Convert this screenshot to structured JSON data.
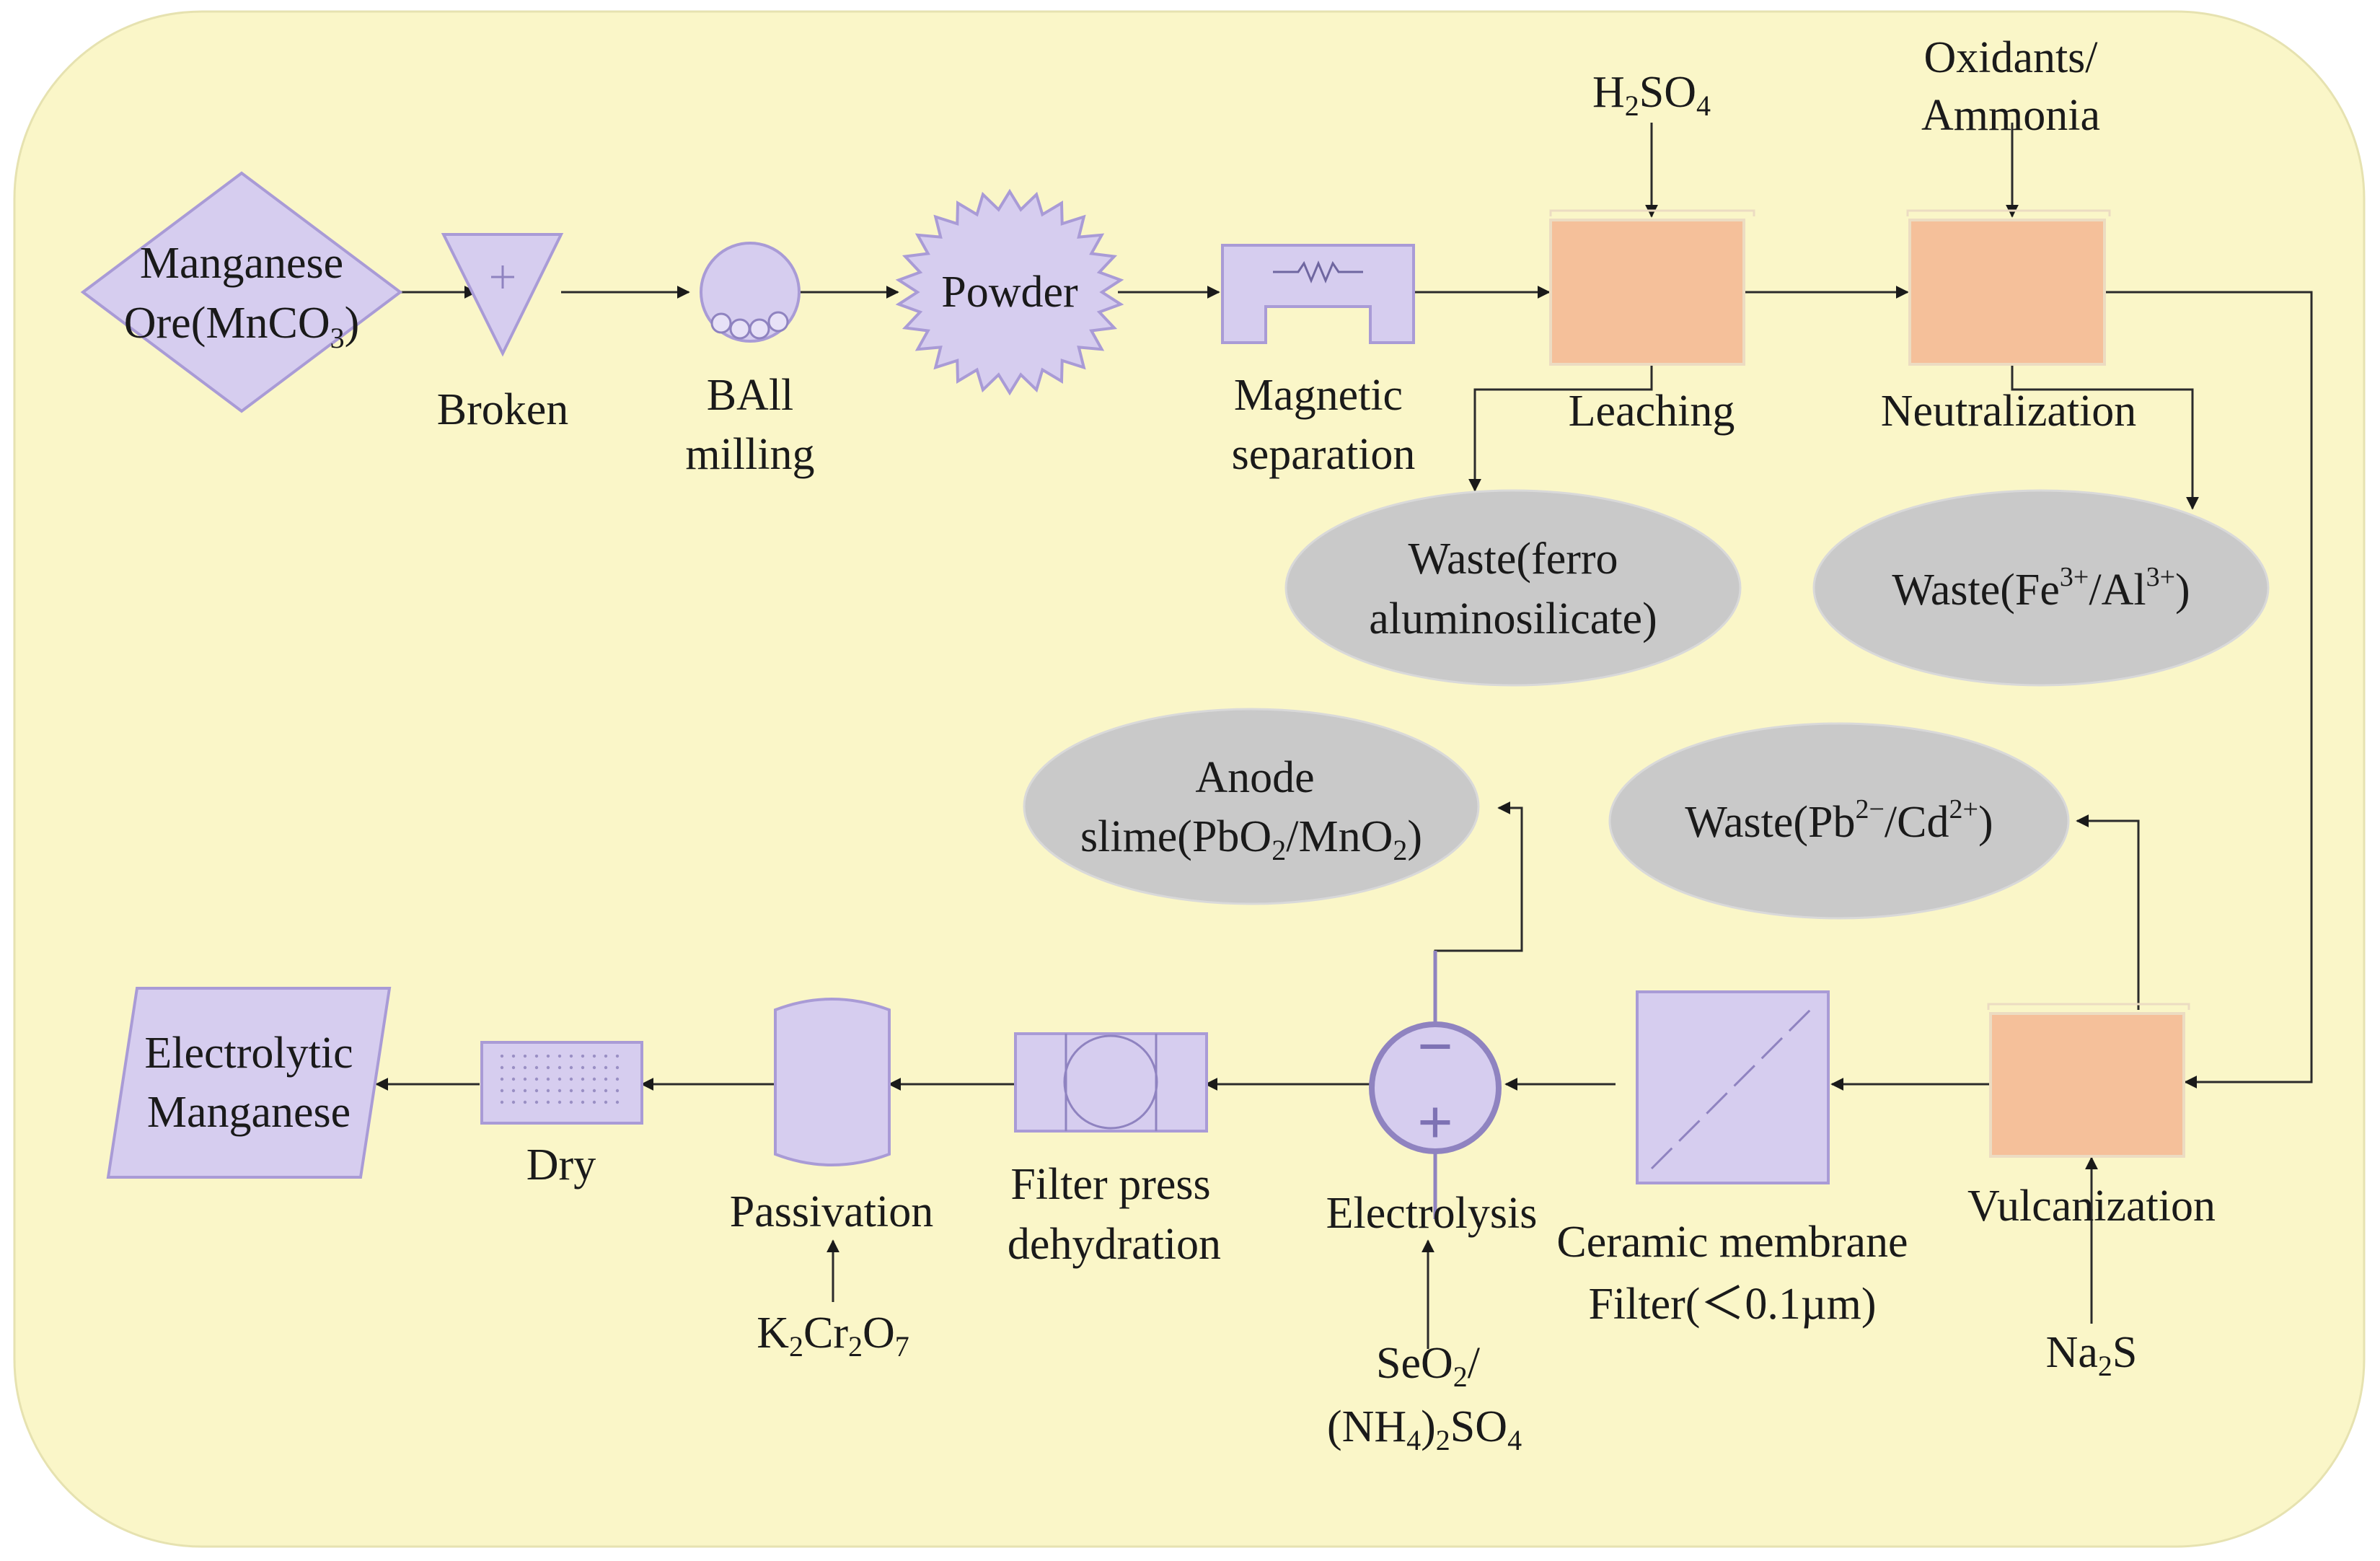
{
  "nodes": {
    "ore": {
      "line1": "Manganese",
      "line2_main": "Ore(MnCO",
      "line2_sub": "3",
      "line2_end": ")"
    },
    "broken": {
      "label": "Broken"
    },
    "ball_milling": {
      "line1": "BAll",
      "line2": "milling"
    },
    "powder": {
      "label": "Powder"
    },
    "magnetic": {
      "line1": "Magnetic",
      "line2": "separation"
    },
    "leaching": {
      "label": "Leaching"
    },
    "neutralization": {
      "label": "Neutralization"
    },
    "vulcanization": {
      "label": "Vulcanization"
    },
    "ceramic": {
      "line1": "Ceramic membrane",
      "line2": "Filter(＜0.1µm)"
    },
    "electrolysis": {
      "label": "Electrolysis"
    },
    "filter_press": {
      "line1": "Filter press",
      "line2": "dehydration"
    },
    "passivation": {
      "label": "Passivation"
    },
    "dry": {
      "label": "Dry"
    },
    "product": {
      "line1": "Electrolytic",
      "line2": "Manganese"
    }
  },
  "inputs": {
    "h2so4": {
      "a": "H",
      "a_sub": "2",
      "b": "SO",
      "b_sub": "4"
    },
    "oxidants": {
      "line1": "Oxidants/",
      "line2": "Ammonia"
    },
    "na2s": {
      "a": "Na",
      "a_sub": "2",
      "b": "S"
    },
    "seo2": {
      "a": "SeO",
      "a_sub": "2",
      "a_end": "/",
      "b": "(NH",
      "b_sub": "4",
      "b_mid": ")",
      "b_sub2": "2",
      "b_end": "SO",
      "b_sub3": "4"
    },
    "k2cr2o7": {
      "a": "K",
      "a_sub": "2",
      "b": "Cr",
      "b_sub": "2",
      "c": "O",
      "c_sub": "7"
    }
  },
  "wastes": {
    "ferro": {
      "line1": "Waste(ferro",
      "line2": "aluminosilicate)"
    },
    "fe_al": {
      "a": "Waste(Fe",
      "a_sup": "3+",
      "b": "/Al",
      "b_sup": "3+",
      "c": ")"
    },
    "pb_cd": {
      "a": "Waste(Pb",
      "a_sup": "2−",
      "b": "/Cd",
      "b_sup": "2+",
      "c": ")"
    },
    "anode": {
      "line1": "Anode",
      "line2_a": "slime(PbO",
      "line2_a_sub": "2",
      "line2_b": "/MnO",
      "line2_b_sub": "2",
      "line2_c": ")"
    }
  },
  "electrode": {
    "minus": "−",
    "plus": "+"
  },
  "colors": {
    "background": "#faf6c8",
    "process_shape": "#d6cdef",
    "reactor_tank": "#f5c09a",
    "waste": "#c9c9c9"
  }
}
